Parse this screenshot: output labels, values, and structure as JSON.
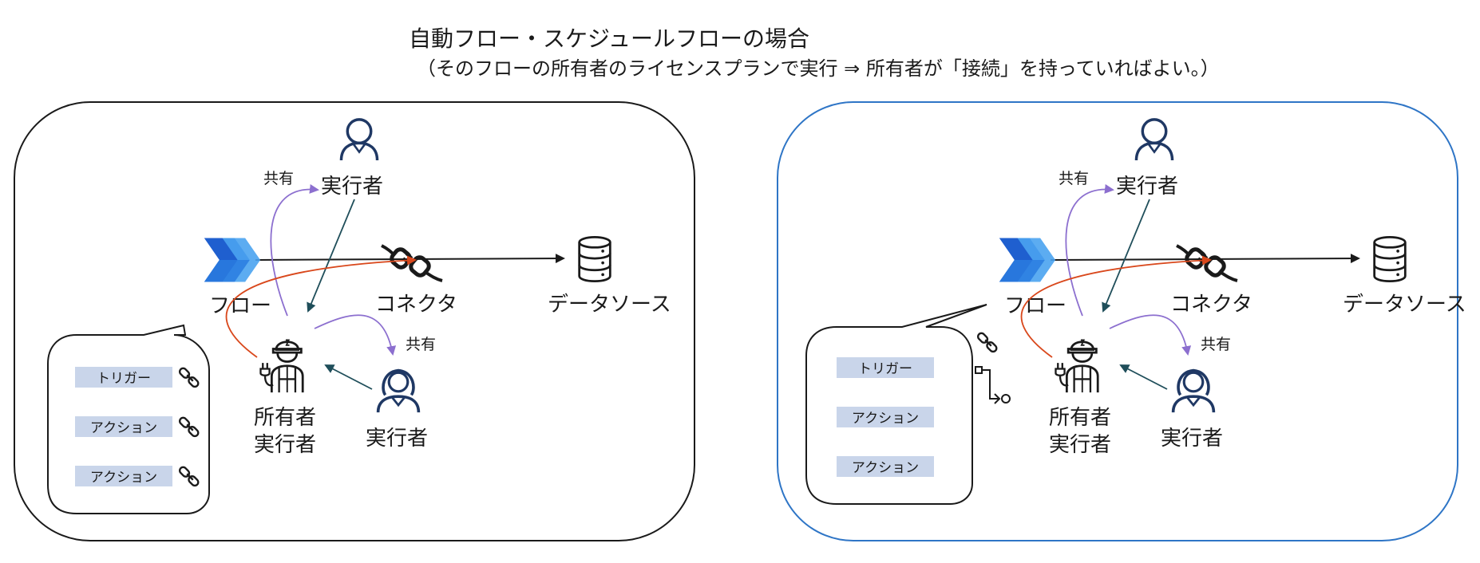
{
  "title": "自動フロー・スケジュールフローの場合",
  "subtitle": "（そのフローの所有者のライセンスプランで実行 ⇒ 所有者が「接続」を持っていればよい。）",
  "colors": {
    "panel_left_border": "#1a1a1a",
    "panel_right_border": "#2e75c6",
    "share_arrow": "#8c6fcf",
    "owner_arrow": "#d9481c",
    "run_arrow": "#1f4e5a",
    "chip_fill": "#c9d5ea",
    "icon_stroke": "#1f3864",
    "flow_logo_dark": "#1f5fcf",
    "flow_logo_light": "#4aa3f0"
  },
  "panels": [
    {
      "id": "left",
      "flow_label": "フロー",
      "connector_label": "コネクタ",
      "datasource_label": "データソース",
      "runner_top_label": "実行者",
      "runner_right_label": "実行者",
      "owner_label_line1": "所有者",
      "owner_label_line2": "実行者",
      "share_top_label": "共有",
      "share_right_label": "共有",
      "callout_items": [
        "トリガー",
        "アクション",
        "アクション"
      ]
    },
    {
      "id": "right",
      "flow_label": "フロー",
      "connector_label": "コネクタ",
      "datasource_label": "データソース",
      "runner_top_label": "実行者",
      "runner_right_label": "実行者",
      "owner_label_line1": "所有者",
      "owner_label_line2": "実行者",
      "share_top_label": "共有",
      "share_right_label": "共有",
      "callout_items": [
        "トリガー",
        "アクション",
        "アクション"
      ]
    }
  ],
  "icons": {
    "flow": "power-automate-flow-icon",
    "connector": "plug-connector-icon",
    "datasource": "database-icon",
    "user": "user-icon",
    "owner": "worker-with-plug-icon",
    "link": "link-chain-icon",
    "workflow": "workflow-steps-icon"
  }
}
